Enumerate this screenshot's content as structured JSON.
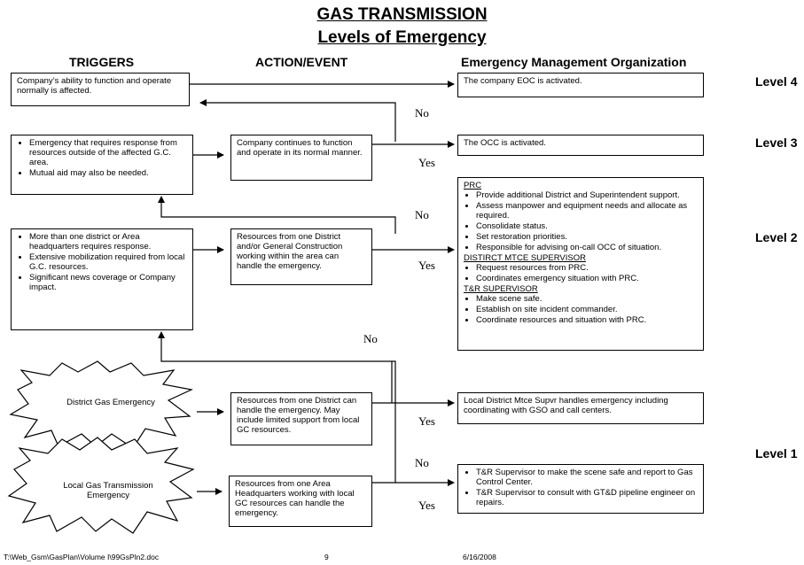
{
  "title": "GAS TRANSMISSION",
  "subtitle": "Levels of Emergency",
  "headers": {
    "triggers": "TRIGGERS",
    "action": "ACTION/EVENT",
    "emo": "Emergency Management Organization"
  },
  "levels": {
    "l4": "Level 4",
    "l3": "Level 3",
    "l2": "Level 2",
    "l1": "Level 1"
  },
  "triggers": {
    "t4": "Company’s ability to function and operate normally is affected.",
    "t3": [
      "Emergency that requires response from resources outside of the affected G.C. area.",
      "Mutual aid may also be needed."
    ],
    "t2": [
      "More than one district or Area headquarters requires response.",
      "Extensive mobilization required from local G.C. resources.",
      "Significant news coverage or Company impact."
    ],
    "star1": "District Gas Emergency",
    "star2": "Local Gas Transmission Emergency"
  },
  "actions": {
    "a3": "Company continues to function and operate in its normal manner.",
    "a2": "Resources from one District and/or General Construction working within the area can handle the emergency.",
    "a1a": "Resources from one District can handle the emergency. May include limited support from local GC resources.",
    "a1b": "Resources from one Area Headquarters working with local GC resources can handle the emergency."
  },
  "emo": {
    "e4": "The company EOC is activated.",
    "e3": "The OCC is activated.",
    "e2": {
      "prc_title": "PRC",
      "prc_items": [
        "Provide additional District and Superintendent support.",
        "Assess manpower and equipment needs and allocate as required.",
        "Consolidate status.",
        "Set restoration priorities.",
        "Responsible for advising on-call OCC of situation."
      ],
      "dist_title": "DISTIRCT MTCE SUPERVISOR",
      "dist_items": [
        "Request resources from PRC.",
        "Coordinates emergency situation with PRC."
      ],
      "tr_title": "T&R SUPERVISOR",
      "tr_items": [
        "Make scene safe.",
        "Establish on site incident commander.",
        "Coordinate resources and situation with PRC."
      ]
    },
    "e1a": "Local District Mtce Supvr handles emergency including coordinating with GSO and call centers.",
    "e1b": [
      "T&R Supervisor to make the scene safe and report to Gas Control Center.",
      "T&R Supervisor to consult with GT&D pipeline engineer on repairs."
    ]
  },
  "labels": {
    "no": "No",
    "yes": "Yes"
  },
  "footer": {
    "path": "T:\\Web_Gsm\\GasPlan\\Volume I\\99GsPln2.doc",
    "page": "9",
    "date": "6/16/2008"
  }
}
